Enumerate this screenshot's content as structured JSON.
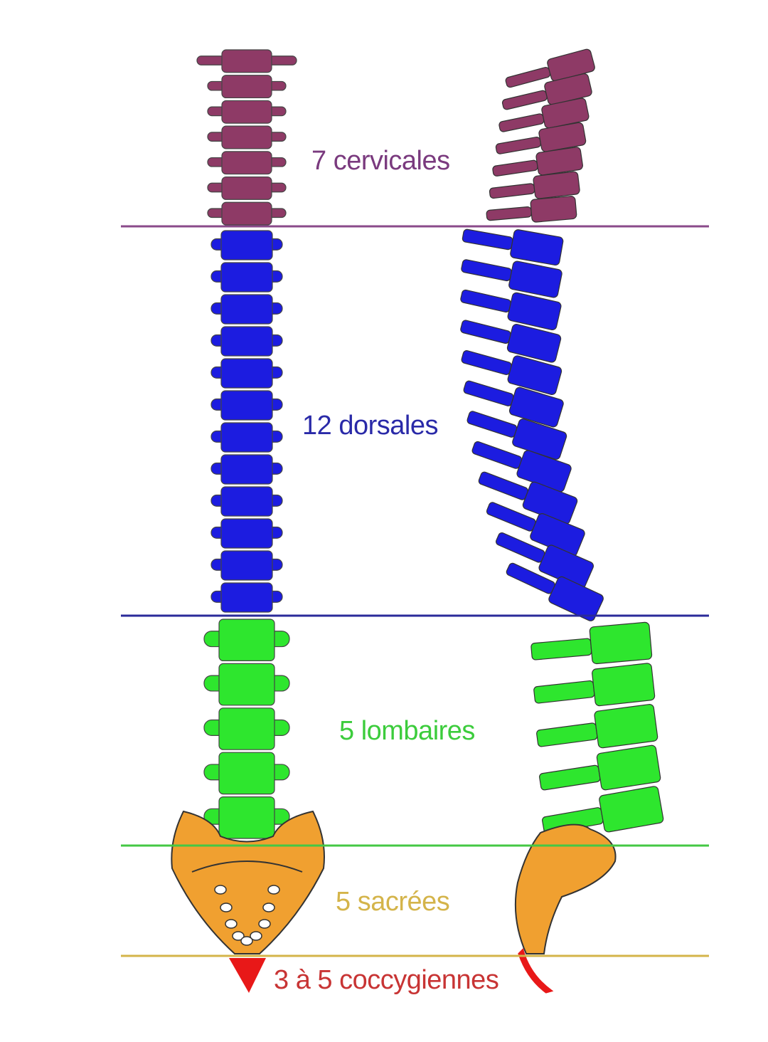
{
  "regions": [
    {
      "key": "cervical",
      "label": "7 cervicales",
      "count": 7,
      "color": "#8e3a66",
      "text_color": "#7a3a7e",
      "line_color": "#8a4a8a"
    },
    {
      "key": "dorsal",
      "label": "12 dorsales",
      "count": 12,
      "color": "#1c1ce0",
      "text_color": "#2a2aa8",
      "line_color": "#2a2a9a"
    },
    {
      "key": "lumbar",
      "label": "5 lombaires",
      "count": 5,
      "color": "#2ee62e",
      "text_color": "#3ccc3c",
      "line_color": "#44c844"
    },
    {
      "key": "sacral",
      "label": "5 sacrées",
      "count": 5,
      "color": "#f0a030",
      "text_color": "#d4b44a",
      "line_color": "#d4b44a"
    },
    {
      "key": "coccygeal",
      "label": "3 à 5 coccygiennes",
      "color": "#e81818",
      "text_color": "#c83434"
    }
  ]
}
